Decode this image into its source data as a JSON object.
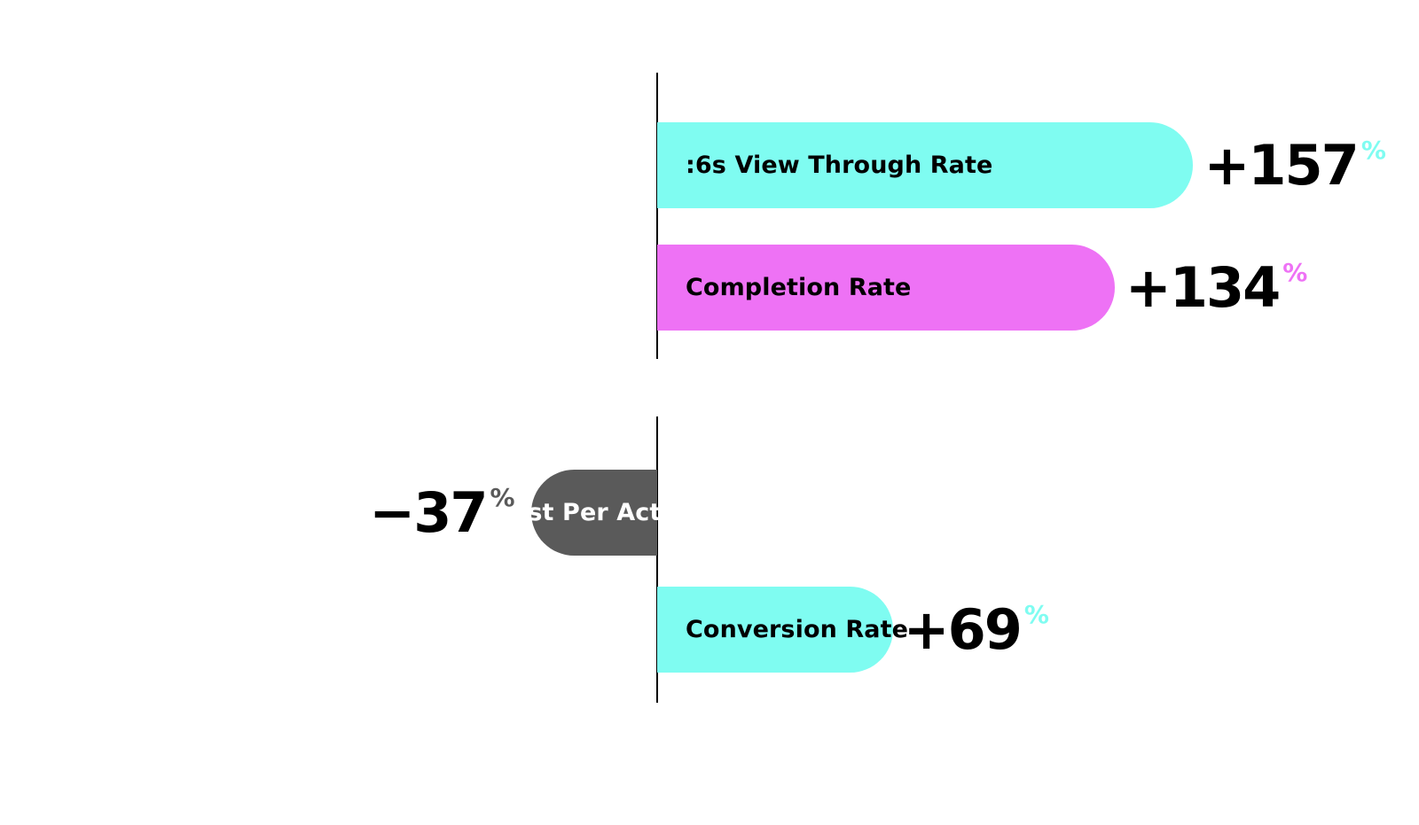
{
  "colors": {
    "cyan": "#7ffcf1",
    "magenta": "#ee72f5",
    "gray": "#5a5a5a"
  },
  "chart_data": [
    {
      "type": "bar",
      "orientation": "horizontal",
      "categories": [
        ":6s View Through Rate",
        "Completion Rate"
      ],
      "values": [
        157,
        134
      ],
      "value_labels": [
        "+157",
        "+134"
      ],
      "unit": "%",
      "bar_colors": [
        "#7ffcf1",
        "#ee72f5"
      ],
      "unit_colors": [
        "#7ffcf1",
        "#ee72f5"
      ],
      "xlim": [
        0,
        157
      ],
      "grid": false,
      "legend": "none"
    },
    {
      "type": "bar",
      "orientation": "horizontal",
      "categories": [
        "Cost Per Action",
        "Conversion Rate"
      ],
      "values": [
        -37,
        69
      ],
      "value_labels": [
        "−37",
        "+69"
      ],
      "unit": "%",
      "bar_colors": [
        "#5a5a5a",
        "#7ffcf1"
      ],
      "unit_colors": [
        "#5a5a5a",
        "#7ffcf1"
      ],
      "xlim": [
        -37,
        157
      ],
      "grid": false,
      "legend": "none"
    }
  ]
}
